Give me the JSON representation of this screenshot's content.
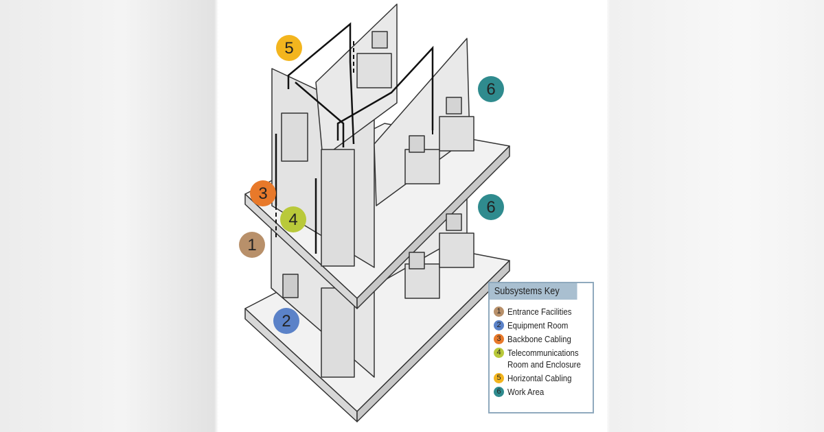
{
  "badges": [
    {
      "n": "5",
      "color": "#f3b51e"
    },
    {
      "n": "6",
      "color": "#2f8b8e"
    },
    {
      "n": "6",
      "color": "#2f8b8e"
    },
    {
      "n": "3",
      "color": "#e8792a"
    },
    {
      "n": "4",
      "color": "#b9c93a"
    },
    {
      "n": "1",
      "color": "#b8906a"
    },
    {
      "n": "2",
      "color": "#5b82c8"
    }
  ],
  "legend": {
    "title": "Subsystems Key",
    "items": [
      {
        "n": "1",
        "label": "Entrance Facilities",
        "color": "#b8906a"
      },
      {
        "n": "2",
        "label": "Equipment Room",
        "color": "#5b82c8"
      },
      {
        "n": "3",
        "label": "Backbone Cabling",
        "color": "#e8792a"
      },
      {
        "n": "4",
        "label": "Telecommunications",
        "label2": "Room and Enclosure",
        "color": "#b9c93a"
      },
      {
        "n": "5",
        "label": "Horizontal Cabling",
        "color": "#f3b51e"
      },
      {
        "n": "6",
        "label": "Work Area",
        "color": "#2f8b8e"
      }
    ]
  }
}
